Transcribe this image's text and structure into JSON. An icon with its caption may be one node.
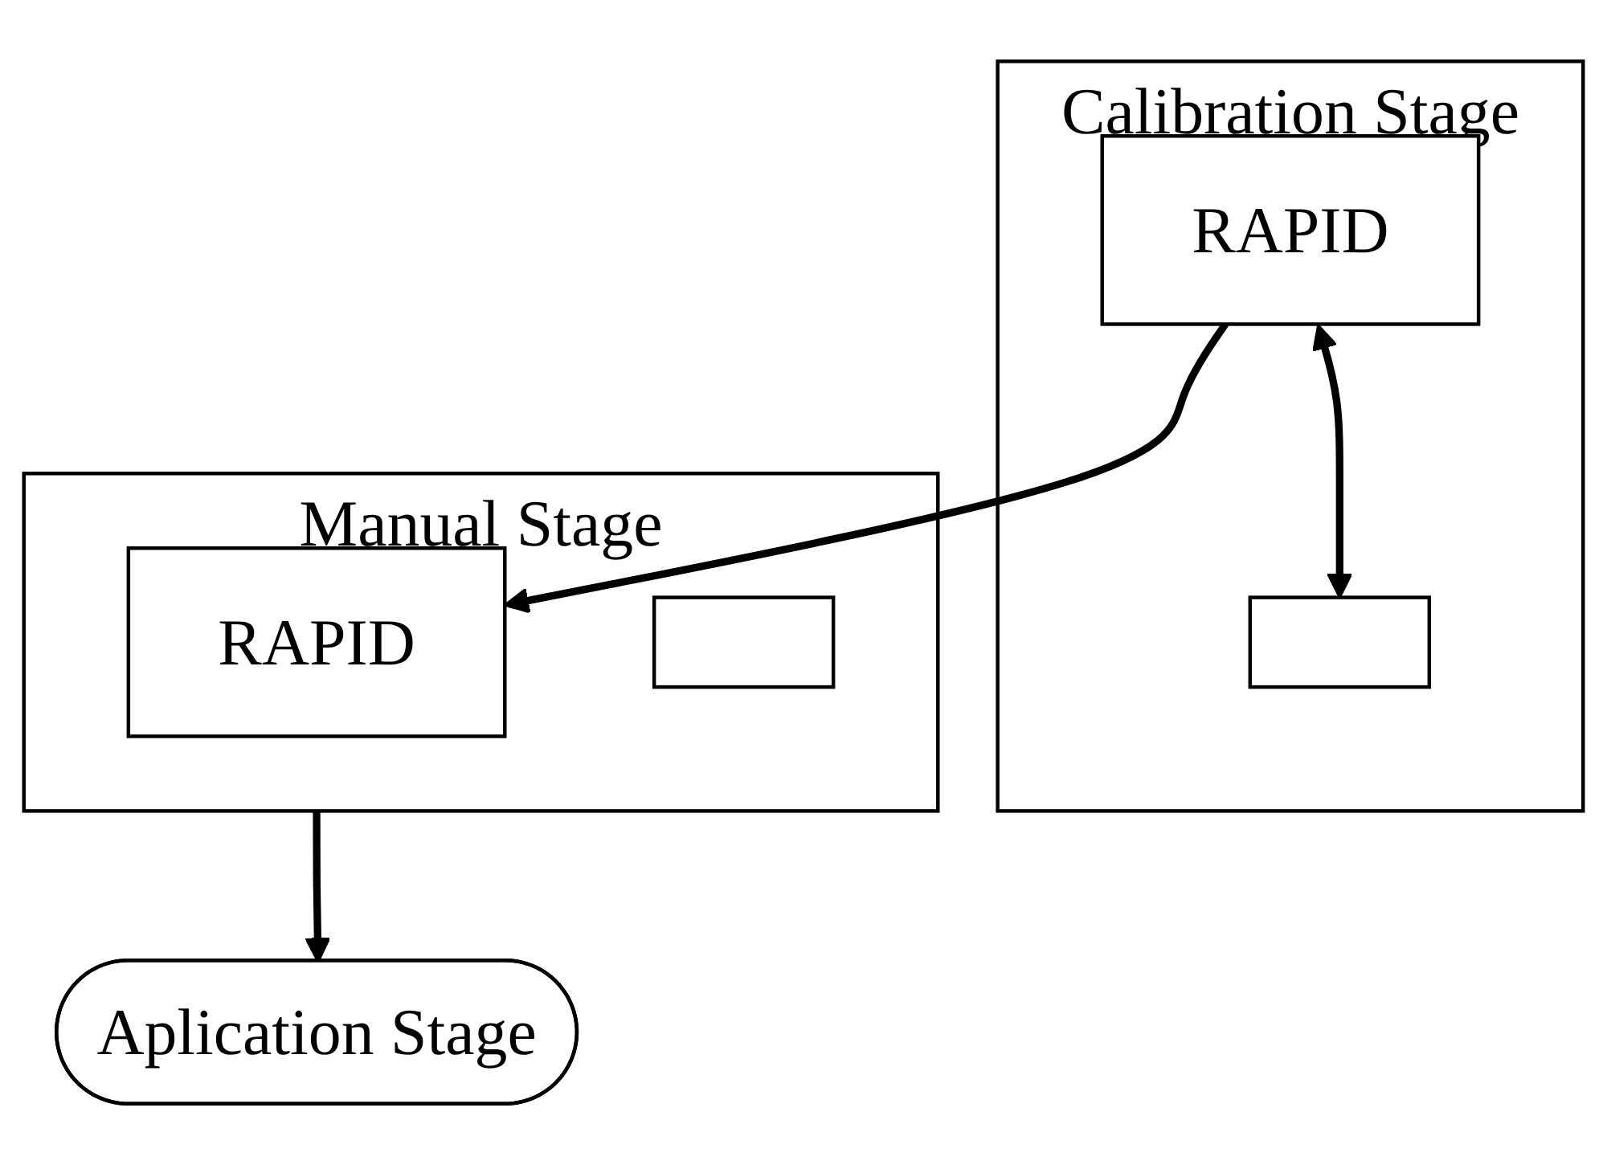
{
  "diagram": {
    "nodes": [
      {
        "text": [
          "Aplication Stage"
        ]
      },
      {
        "text": [
          "Calibration Stage"
        ]
      },
      {
        "text": [
          "RAPID"
        ],
        "in": 1
      },
      {
        "text": [],
        "shape": "box",
        "in": 1
      },
      {
        "text": [
          "Manual Stage"
        ]
      },
      {
        "text": [
          "RAPID"
        ],
        "in": 4
      },
      {
        "text": [],
        "shape": "box",
        "in": 4
      }
    ],
    "edges": [
      {
        "from": 2,
        "to": 3,
        "arrow": "both"
      },
      {
        "from": 2,
        "to": 5,
        "arrow": "to"
      },
      {
        "from": 4,
        "to": 0,
        "arrow": "to"
      }
    ]
  }
}
